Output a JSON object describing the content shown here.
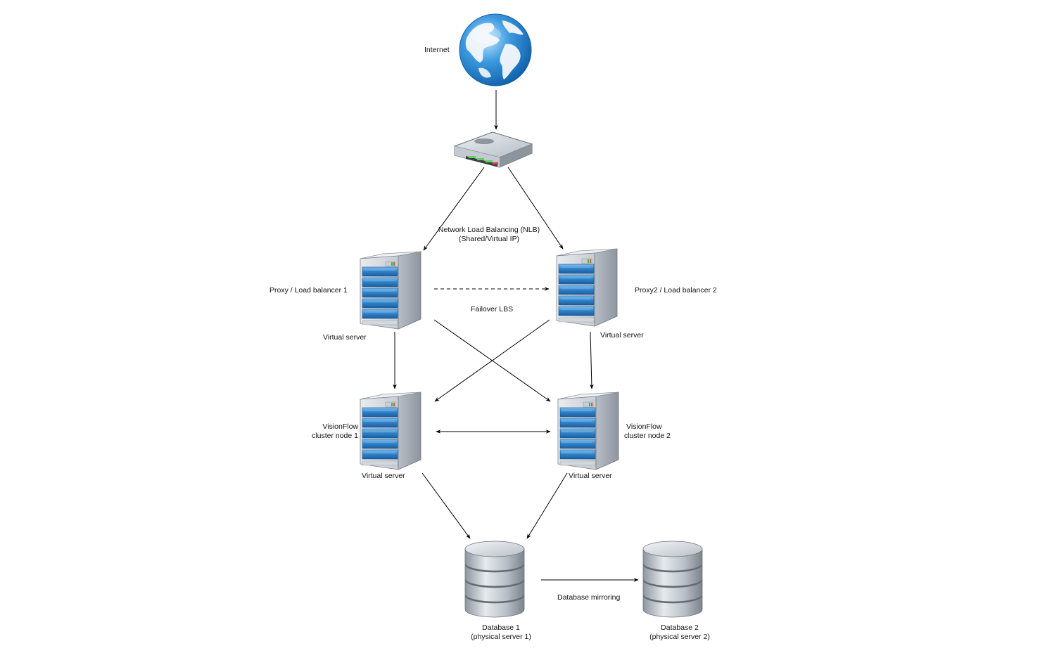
{
  "nodes": {
    "internet": {
      "label": "Internet",
      "icon": "globe-icon"
    },
    "router": {
      "icon": "router-icon"
    },
    "proxy1": {
      "label": "Proxy / Load balancer 1",
      "sublabel": "Virtual server",
      "icon": "server-icon"
    },
    "proxy2": {
      "label": "Proxy2 / Load balancer 2",
      "sublabel": "Virtual server",
      "icon": "server-icon"
    },
    "node1": {
      "label": "VisionFlow",
      "label2": "cluster node 1",
      "sublabel": "Virtual server",
      "icon": "server-icon"
    },
    "node2": {
      "label": "VisionFlow",
      "label2": "cluster node 2",
      "sublabel": "Virtual server",
      "icon": "server-icon"
    },
    "db1": {
      "label": "Database 1",
      "label2": "(physical server 1)",
      "icon": "database-icon"
    },
    "db2": {
      "label": "Database 2",
      "label2": "(physical server 2)",
      "icon": "database-icon"
    }
  },
  "edge_labels": {
    "nlb": "Network Load Balancing (NLB)",
    "nlb2": "(Shared/Virtual IP)",
    "failover": "Failover LBS",
    "mirroring": "Database mirroring"
  },
  "edges": [
    {
      "from": "internet",
      "to": "router",
      "style": "solid"
    },
    {
      "from": "router",
      "to": "proxy1",
      "style": "solid"
    },
    {
      "from": "router",
      "to": "proxy2",
      "style": "solid"
    },
    {
      "from": "proxy1",
      "to": "proxy2",
      "style": "dashed",
      "label": "Failover LBS"
    },
    {
      "from": "proxy1",
      "to": "node1",
      "style": "solid"
    },
    {
      "from": "proxy1",
      "to": "node2",
      "style": "solid"
    },
    {
      "from": "proxy2",
      "to": "node1",
      "style": "solid"
    },
    {
      "from": "proxy2",
      "to": "node2",
      "style": "solid"
    },
    {
      "from": "node1",
      "to": "node2",
      "style": "solid",
      "bidirectional": true
    },
    {
      "from": "node1",
      "to": "db1",
      "style": "solid"
    },
    {
      "from": "node2",
      "to": "db1",
      "style": "solid"
    },
    {
      "from": "db1",
      "to": "db2",
      "style": "solid",
      "label": "Database mirroring"
    }
  ],
  "colors": {
    "server_blue": "#3c86c8",
    "server_case": "#dfe3e8",
    "globe_ocean": "#2d8fd8",
    "db_silver": "#c9ced3",
    "router_body": "#cfd6dd",
    "edge": "#000000"
  }
}
